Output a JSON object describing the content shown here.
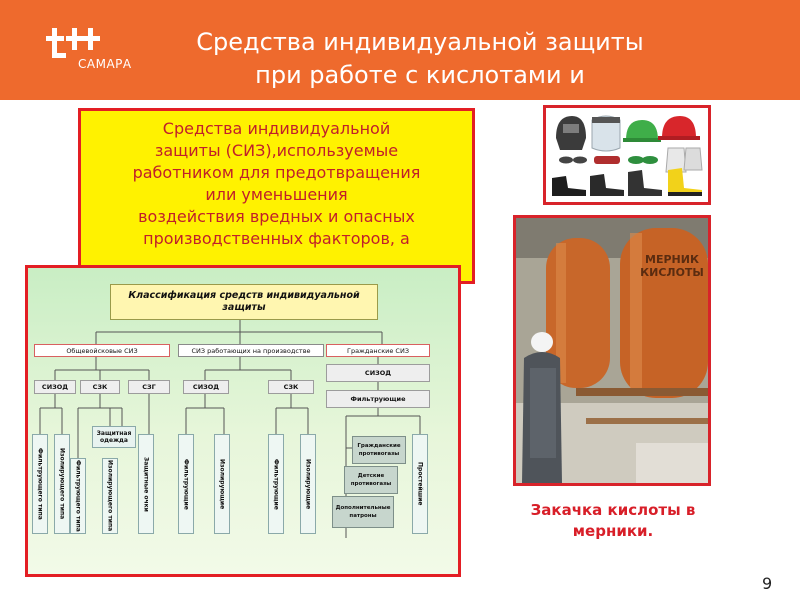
{
  "header": {
    "logo_text": "САМАРА",
    "title_lines": [
      "Средства индивидуальной защиты",
      "при работе с  кислотами и",
      "щелочами"
    ]
  },
  "definition": {
    "lines": [
      "Средства индивидуальной",
      "защиты (СИЗ),используемые",
      "работником для предотвращения",
      "или уменьшения",
      "воздействия вредных и опасных",
      "производственных факторов, а"
    ]
  },
  "diagram": {
    "title": "Классификация средств индивидуальной защиты",
    "categories": [
      "Общевойсковые СИЗ",
      "СИЗ работающих на производстве",
      "Гражданские СИЗ"
    ],
    "l2": [
      "СИЗОД",
      "СЗК",
      "СЗГ",
      "СИЗОД",
      "СЗК",
      "СИЗОД",
      "Фильтрующие"
    ],
    "leaves": {
      "filter_type": "Фильтрующего типа",
      "isolating_type": "Изолирующего типа",
      "protective_clothing": "Защитная одежда",
      "goggles": "Защитные очки",
      "filtering": "Фильтрующие",
      "isolating": "Изолирующие",
      "simplest": "Простейшие",
      "civil_gas_masks": "Гражданские противогазы",
      "child_gas_masks": "Детские противогазы",
      "cartridges": "Дополнительные патроны"
    }
  },
  "caption_lines": [
    "Закачка кислоты в",
    "мерники."
  ],
  "photo_text": {
    "tank_label_1": "МЕРНИК",
    "tank_label_2": "КИСЛОТЫ"
  },
  "page_number": "9",
  "colors": {
    "header": "#ee6a2d",
    "frame_red": "#e31e24",
    "definition_bg": "#fff200",
    "text_red": "#c0202a"
  }
}
